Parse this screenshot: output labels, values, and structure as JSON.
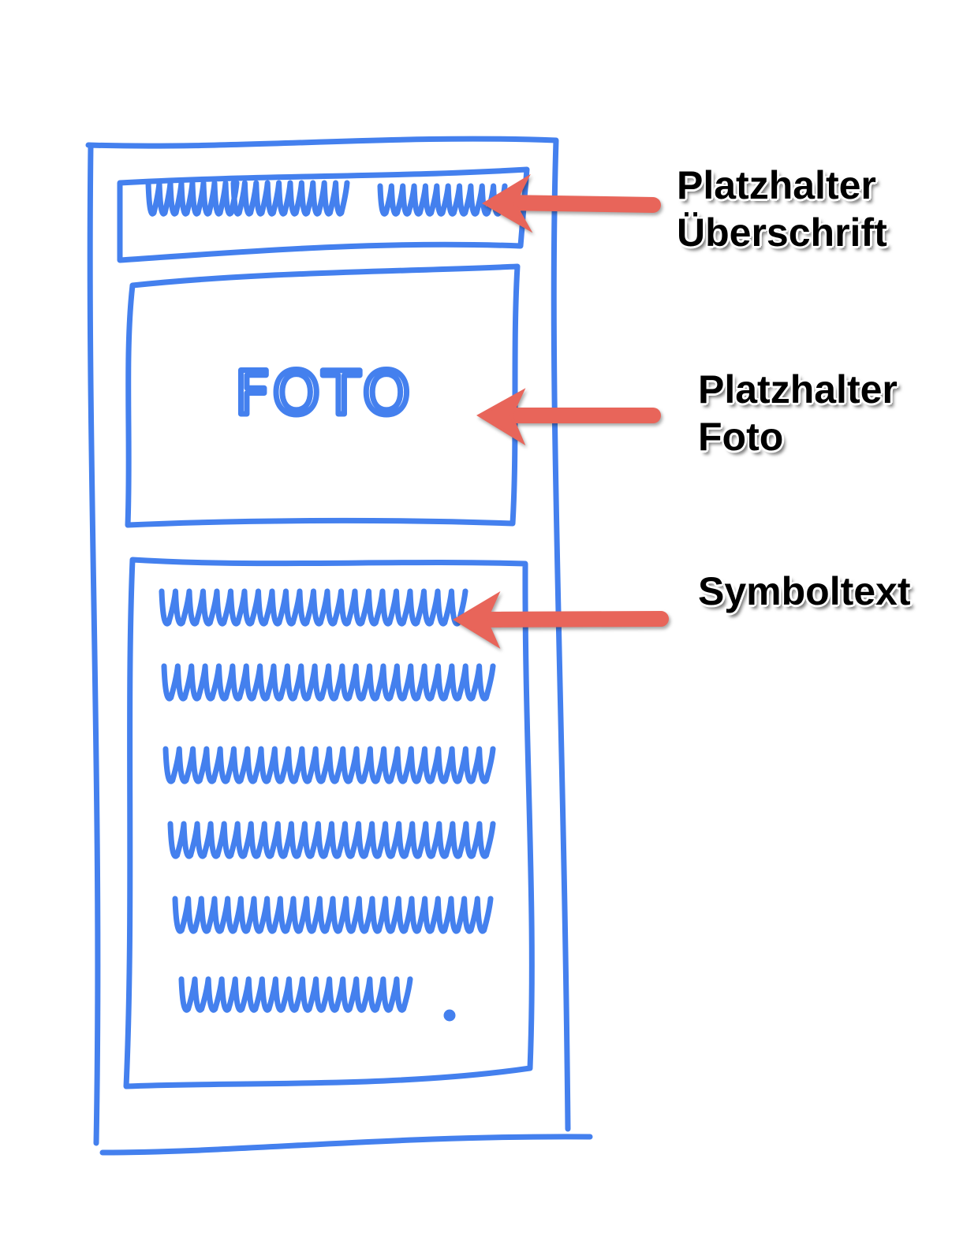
{
  "colors": {
    "sketch": "#4480ee",
    "arrow": "#e8655a"
  },
  "wireframe": {
    "photo_text": "FOTO"
  },
  "annotations": [
    {
      "line1": "Platzhalter",
      "line2": "Überschrift"
    },
    {
      "line1": "Platzhalter",
      "line2": "Foto"
    },
    {
      "line1": "Symboltext",
      "line2": ""
    }
  ]
}
